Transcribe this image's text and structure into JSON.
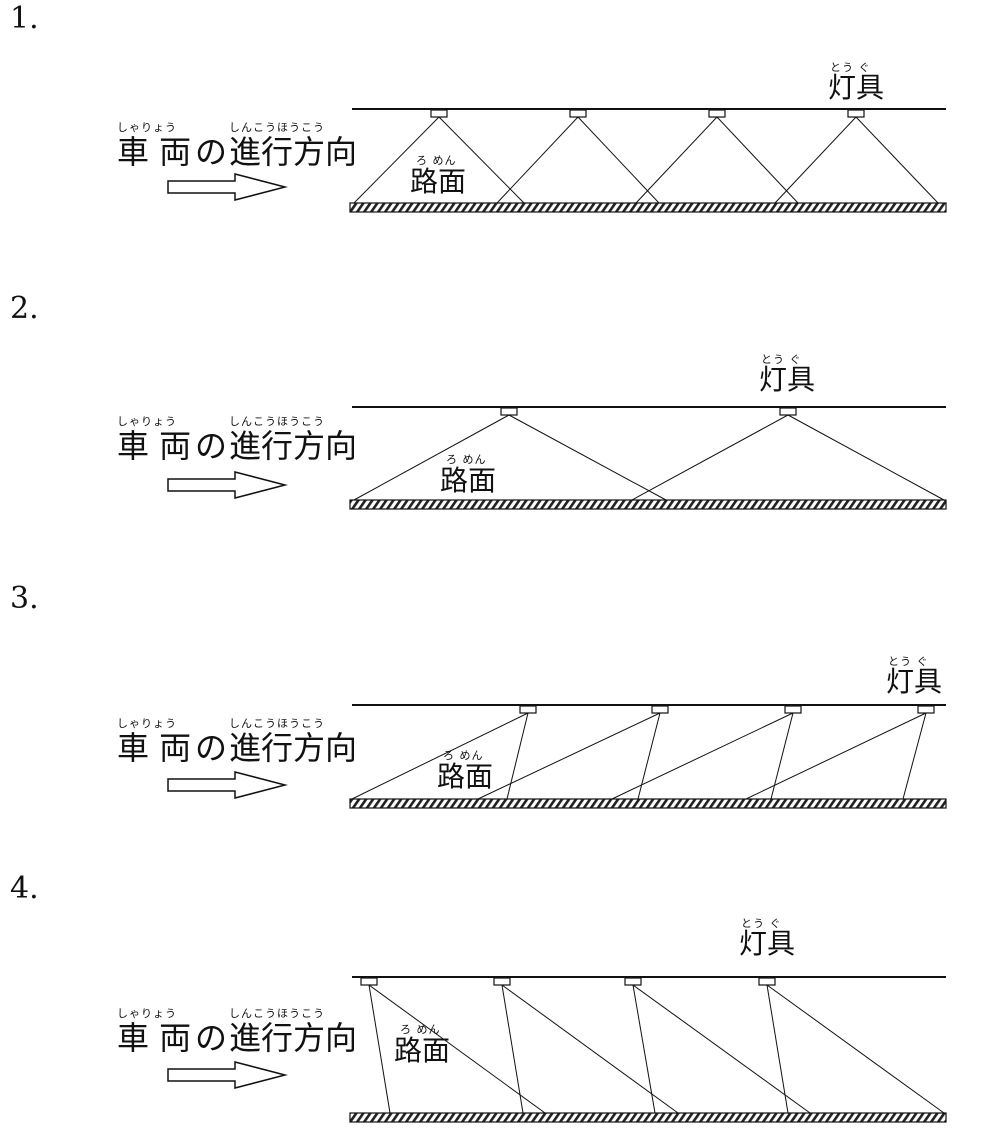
{
  "labels": {
    "vehicle": {
      "ruby_sharyou": "しゃりょう",
      "ruby_shinkou": "しんこうほうこう",
      "text_sharyou": "車 両",
      "text_no": "の",
      "text_shinkou": "進行方向"
    },
    "road": {
      "ruby": "ろ めん",
      "text": "路面"
    },
    "lamp": {
      "ruby": "とう ぐ",
      "text": "灯具"
    }
  },
  "options": [
    {
      "number": "1."
    },
    {
      "number": "2."
    },
    {
      "number": "3."
    },
    {
      "number": "4."
    }
  ]
}
